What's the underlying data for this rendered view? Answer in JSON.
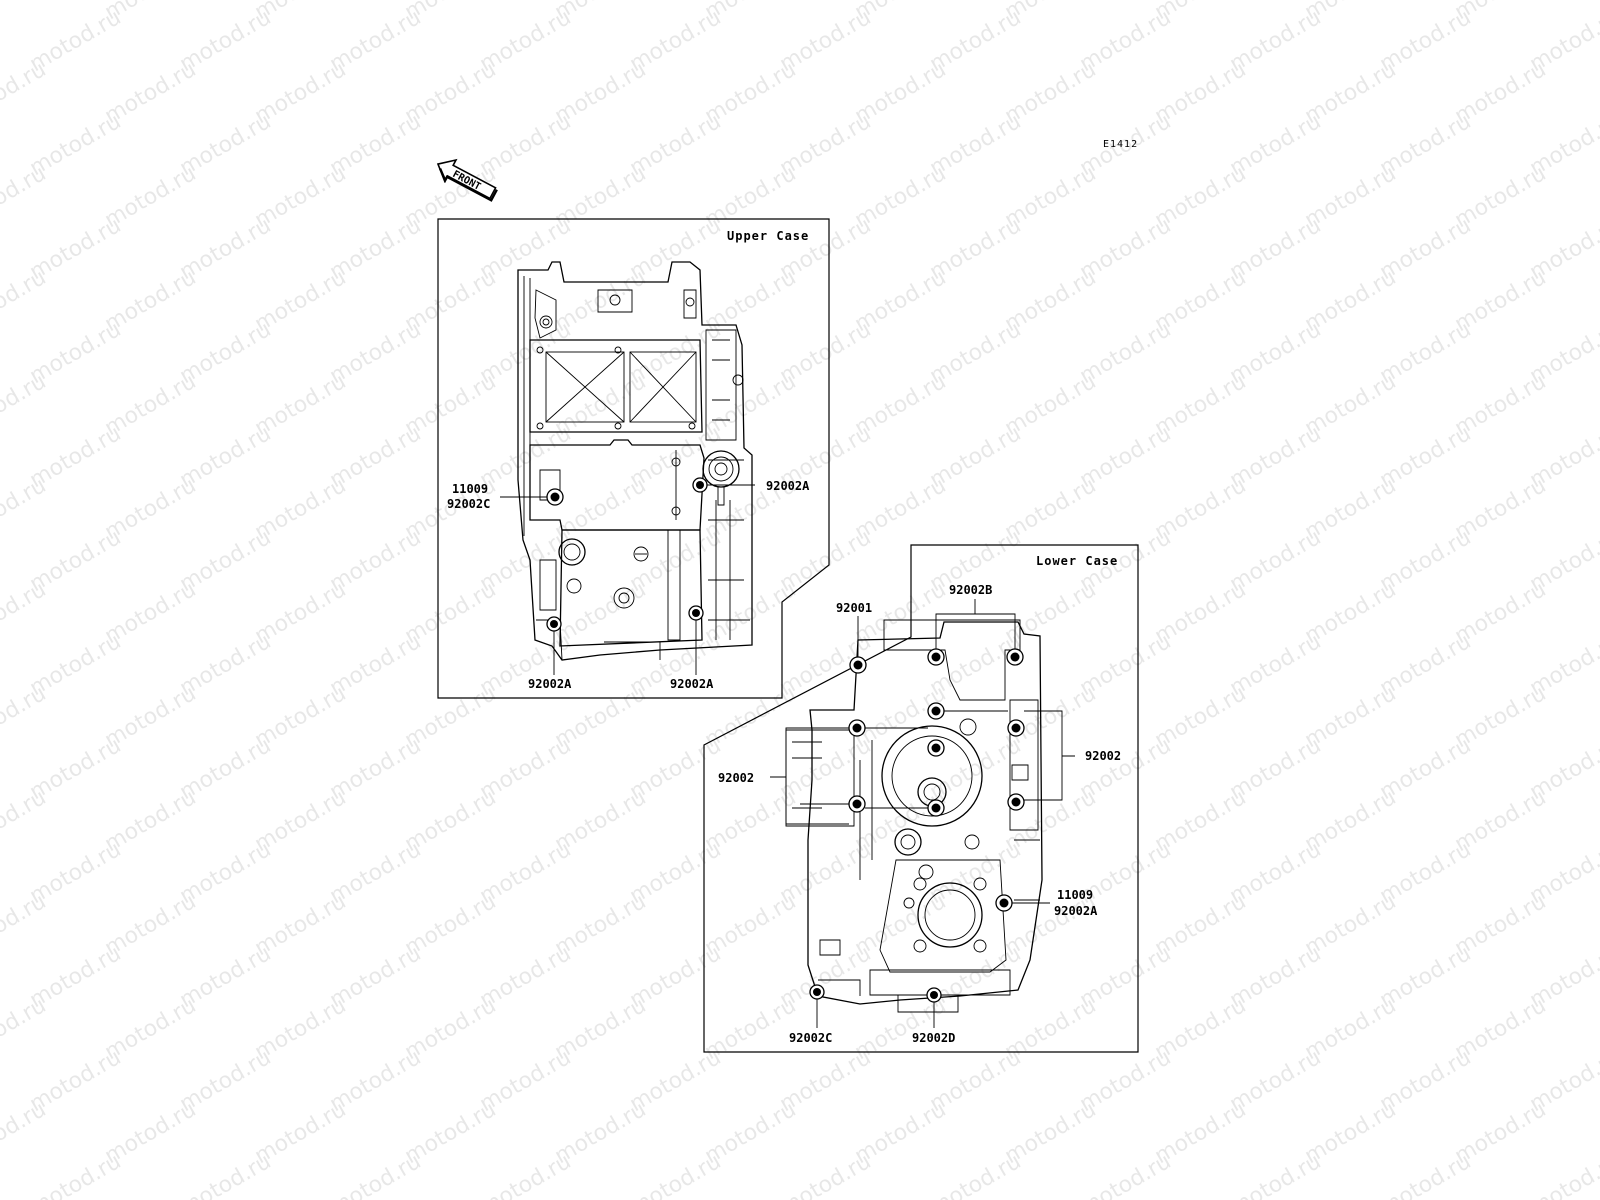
{
  "watermark": {
    "text": "motod.ru"
  },
  "diagram_code": "E1412",
  "front_arrow": {
    "label": "FRONT"
  },
  "upper_case": {
    "title": "Upper Case",
    "callouts": [
      {
        "id": "uc-11009",
        "text": "11009"
      },
      {
        "id": "uc-92002c",
        "text": "92002C"
      },
      {
        "id": "uc-92002a-right",
        "text": "92002A"
      },
      {
        "id": "uc-92002a-bottom-left",
        "text": "92002A"
      },
      {
        "id": "uc-92002a-bottom-right",
        "text": "92002A"
      }
    ]
  },
  "lower_case": {
    "title": "Lower Case",
    "callouts": [
      {
        "id": "lc-92001",
        "text": "92001"
      },
      {
        "id": "lc-92002b",
        "text": "92002B"
      },
      {
        "id": "lc-92002-right",
        "text": "92002"
      },
      {
        "id": "lc-92002-left",
        "text": "92002"
      },
      {
        "id": "lc-11009",
        "text": "11009"
      },
      {
        "id": "lc-92002a",
        "text": "92002A"
      },
      {
        "id": "lc-92002c",
        "text": "92002C"
      },
      {
        "id": "lc-92002d",
        "text": "92002D"
      }
    ]
  }
}
